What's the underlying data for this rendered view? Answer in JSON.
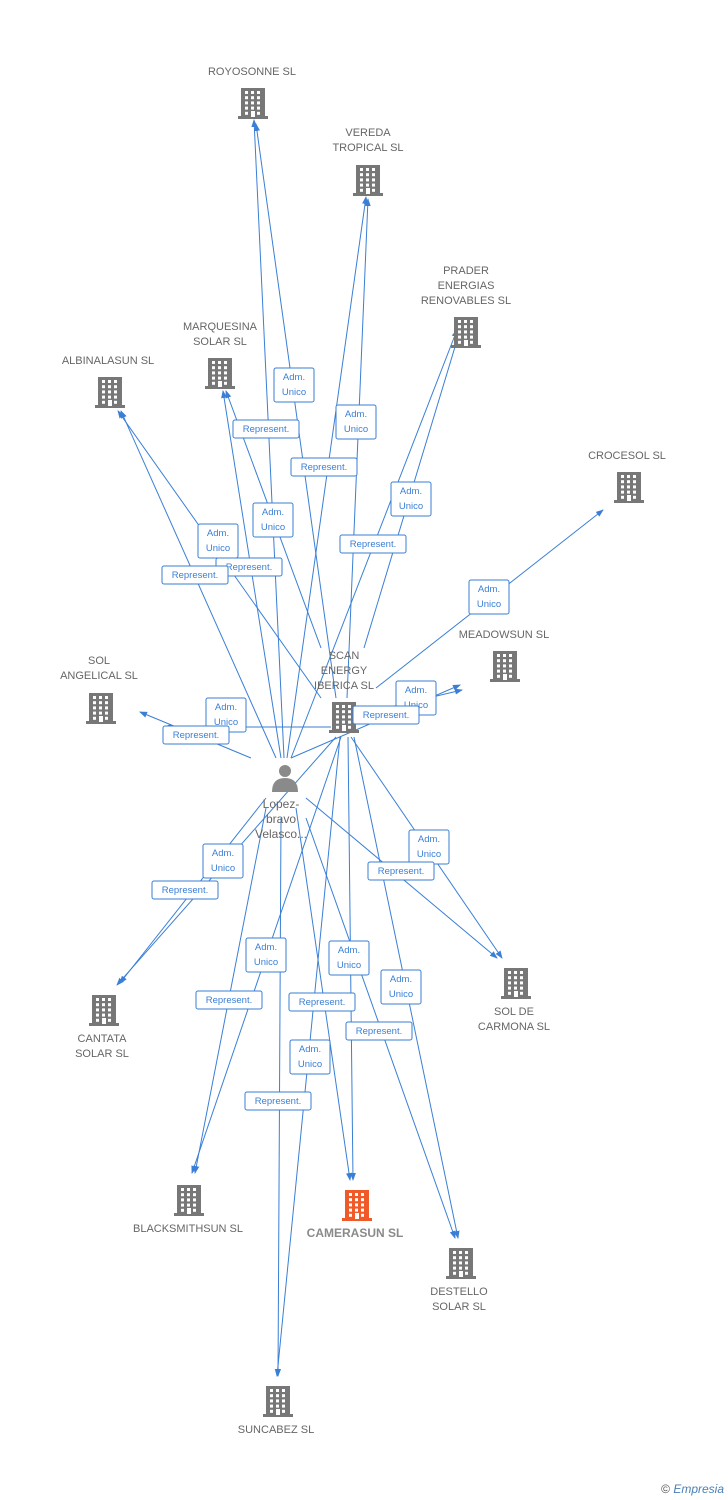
{
  "colors": {
    "edge": "#3a7fd5",
    "building": "#777777",
    "focus": "#f05a28",
    "person": "#8a8a8a"
  },
  "footer": {
    "copyright": "©",
    "brand": "Empresia"
  },
  "nodes": [
    {
      "id": "royosonne",
      "type": "company",
      "lines": [
        "ROYOSONNE SL"
      ]
    },
    {
      "id": "vereda",
      "type": "company",
      "lines": [
        "VEREDA",
        "TROPICAL SL"
      ]
    },
    {
      "id": "prader",
      "type": "company",
      "lines": [
        "PRADER",
        "ENERGIAS",
        "RENOVABLES SL"
      ]
    },
    {
      "id": "marquesina",
      "type": "company",
      "lines": [
        "MARQUESINA",
        "SOLAR SL"
      ]
    },
    {
      "id": "albinalasun",
      "type": "company",
      "lines": [
        "ALBINALASUN SL"
      ]
    },
    {
      "id": "crocesol",
      "type": "company",
      "lines": [
        "CROCESOL SL"
      ]
    },
    {
      "id": "meadowsun",
      "type": "company",
      "lines": [
        "MEADOWSUN SL"
      ]
    },
    {
      "id": "solangelical",
      "type": "company",
      "lines": [
        "SOL",
        "ANGELICAL SL"
      ]
    },
    {
      "id": "scan",
      "type": "company",
      "lines": [
        "SCAN",
        "ENERGY",
        "IBERICA SL"
      ]
    },
    {
      "id": "lopez",
      "type": "person",
      "lines": [
        "Lopez-",
        "bravo",
        "Velasco..."
      ]
    },
    {
      "id": "cantata",
      "type": "company",
      "lines": [
        "CANTATA",
        "SOLAR SL"
      ]
    },
    {
      "id": "soldecarmona",
      "type": "company",
      "lines": [
        "SOL DE",
        "CARMONA SL"
      ]
    },
    {
      "id": "blacksmithsun",
      "type": "company",
      "lines": [
        "BLACKSMITHSUN SL"
      ]
    },
    {
      "id": "camerasun",
      "type": "focus",
      "lines": [
        "CAMERASUN SL"
      ]
    },
    {
      "id": "destello",
      "type": "company",
      "lines": [
        "DESTELLO",
        "SOLAR SL"
      ]
    },
    {
      "id": "suncabez",
      "type": "company",
      "lines": [
        "SUNCABEZ SL"
      ]
    }
  ],
  "edges": [
    {
      "from": "lopez",
      "to": "royosonne",
      "label": [
        "Adm.",
        "Unico"
      ]
    },
    {
      "from": "scan",
      "to": "royosonne",
      "label": [
        "Represent."
      ]
    },
    {
      "from": "lopez",
      "to": "vereda",
      "label": [
        "Represent."
      ]
    },
    {
      "from": "scan",
      "to": "vereda",
      "label": [
        "Adm.",
        "Unico"
      ]
    },
    {
      "from": "scan",
      "to": "prader",
      "label": [
        "Adm.",
        "Unico"
      ]
    },
    {
      "from": "lopez",
      "to": "prader",
      "label": [
        "Represent."
      ]
    },
    {
      "from": "lopez",
      "to": "marquesina",
      "label": [
        "Adm.",
        "Unico"
      ]
    },
    {
      "from": "scan",
      "to": "marquesina",
      "label": [
        "Represent."
      ]
    },
    {
      "from": "scan",
      "to": "albinalasun",
      "label": [
        "Adm.",
        "Unico"
      ]
    },
    {
      "from": "lopez",
      "to": "albinalasun",
      "label": [
        "Represent."
      ]
    },
    {
      "from": "scan",
      "to": "crocesol",
      "label": [
        "Adm.",
        "Unico"
      ]
    },
    {
      "from": "lopez",
      "to": "meadowsun",
      "label": [
        "Adm.",
        "Unico"
      ]
    },
    {
      "from": "scan",
      "to": "meadowsun",
      "label": [
        "Represent."
      ]
    },
    {
      "from": "lopez",
      "to": "solangelical",
      "label": [
        "Adm.",
        "Unico"
      ]
    },
    {
      "from": "scan",
      "to": "solangelical",
      "label": [
        "Represent."
      ]
    },
    {
      "from": "lopez",
      "to": "cantata",
      "label": [
        "Adm.",
        "Unico"
      ]
    },
    {
      "from": "scan",
      "to": "cantata",
      "label": [
        "Represent."
      ]
    },
    {
      "from": "scan",
      "to": "soldecarmona",
      "label": [
        "Adm.",
        "Unico"
      ]
    },
    {
      "from": "lopez",
      "to": "soldecarmona",
      "label": [
        "Represent."
      ]
    },
    {
      "from": "scan",
      "to": "blacksmithsun",
      "label": [
        "Adm.",
        "Unico"
      ]
    },
    {
      "from": "lopez",
      "to": "blacksmithsun",
      "label": [
        "Represent."
      ]
    },
    {
      "from": "scan",
      "to": "camerasun",
      "label": [
        "Adm.",
        "Unico"
      ]
    },
    {
      "from": "lopez",
      "to": "camerasun",
      "label": [
        "Represent."
      ]
    },
    {
      "from": "lopez",
      "to": "destello",
      "label": [
        "Adm.",
        "Unico"
      ]
    },
    {
      "from": "scan",
      "to": "destello",
      "label": [
        "Represent."
      ]
    },
    {
      "from": "lopez",
      "to": "suncabez",
      "label": [
        "Adm.",
        "Unico"
      ]
    },
    {
      "from": "scan",
      "to": "suncabez",
      "label": [
        "Represent."
      ]
    }
  ]
}
